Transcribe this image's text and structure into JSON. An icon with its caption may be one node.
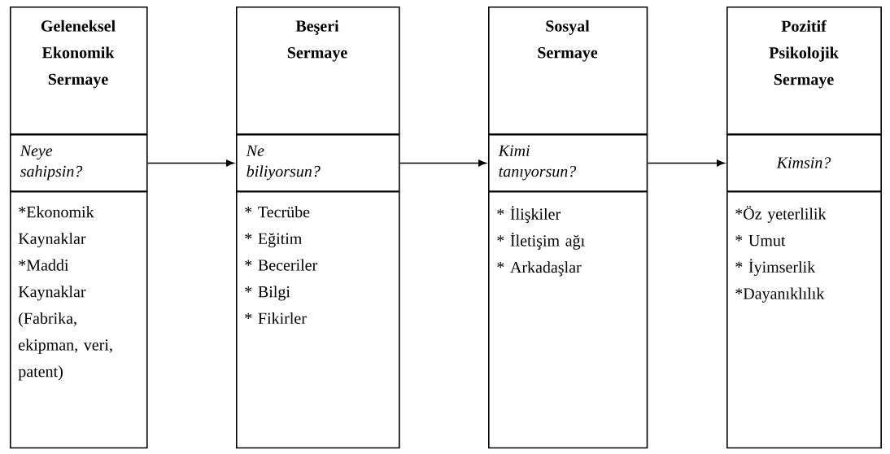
{
  "diagram": {
    "nodes": [
      {
        "text": [
          "Geleneksel Ekonomik Sermaye"
        ]
      },
      {
        "text": [
          "Neye sahipsin?"
        ]
      },
      {
        "text": [
          "*Ekonomik Kaynaklar",
          "*Maddi Kaynaklar (Fabrika, ekipman, veri, patent)"
        ]
      },
      {
        "text": [
          "Beşeri Sermaye"
        ]
      },
      {
        "text": [
          "Ne biliyorsun?"
        ]
      },
      {
        "text": [
          "* Tecrübe",
          "* Eğitim",
          "* Beceriler",
          "* Bilgi",
          "* Fikirler"
        ]
      },
      {
        "text": [
          "Sosyal Sermaye"
        ]
      },
      {
        "text": [
          "Kimi tanıyorsun?"
        ]
      },
      {
        "text": [
          "* İlişkiler",
          "* İletişim ağı",
          "* Arkadaşlar"
        ]
      },
      {
        "text": [
          "Pozitif Psikolojik Sermaye"
        ]
      },
      {
        "text": [
          "Kimsin?"
        ]
      },
      {
        "text": [
          "*Öz yeterlilik",
          "* Umut",
          "* İyimserlik",
          "*Dayanıklılık"
        ]
      }
    ],
    "edges": [
      {
        "from": 1,
        "to": 4,
        "arrow": "to"
      },
      {
        "from": 4,
        "to": 7,
        "arrow": "to"
      },
      {
        "from": 7,
        "to": 10,
        "arrow": "to"
      }
    ]
  }
}
